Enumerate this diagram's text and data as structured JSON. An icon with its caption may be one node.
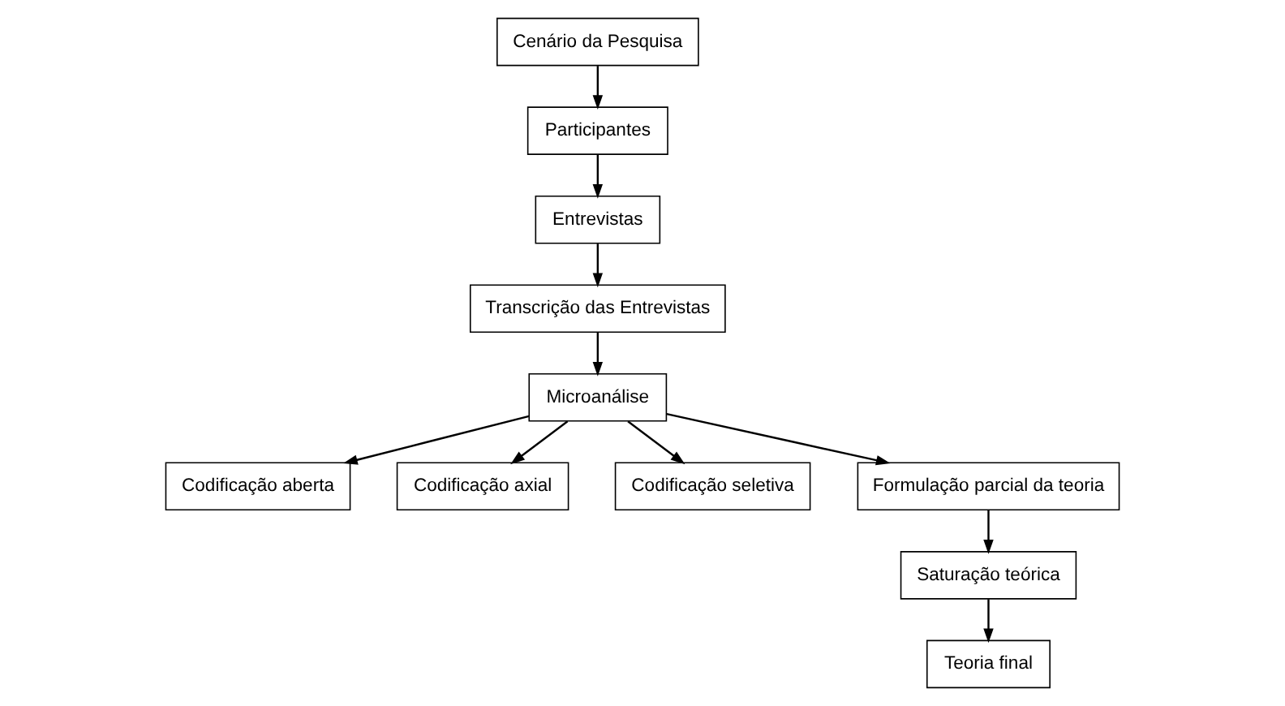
{
  "diagram": {
    "nodes": [
      {
        "text": [
          "Participantes"
        ]
      },
      {
        "text": [
          "Entrevistas"
        ]
      },
      {
        "text": [
          "Cenário da Pesquisa"
        ]
      },
      {
        "text": [
          "Transcrição das Entrevistas"
        ]
      },
      {
        "text": [
          "Microanálise"
        ]
      },
      {
        "text": [
          "Codificação aberta"
        ]
      },
      {
        "text": [
          "Codificação axial"
        ]
      },
      {
        "text": [
          "Codificação seletiva"
        ]
      },
      {
        "text": [
          "Teoria final"
        ]
      },
      {
        "text": [
          "Saturação teórica"
        ]
      },
      {
        "text": [
          "Formulação parcial da teoria"
        ]
      }
    ],
    "edges": [
      {
        "from": 0,
        "to": 1,
        "arrow": "to"
      },
      {
        "from": 2,
        "to": 0,
        "arrow": "to"
      },
      {
        "from": 1,
        "to": 3,
        "arrow": "to"
      },
      {
        "from": 3,
        "to": 4,
        "arrow": "to"
      },
      {
        "from": 4,
        "to": 5,
        "arrow": "to"
      },
      {
        "from": 4,
        "to": 6,
        "arrow": "to"
      },
      {
        "from": 4,
        "to": 7,
        "arrow": "to"
      },
      {
        "from": 4,
        "to": 10,
        "arrow": "to"
      },
      {
        "from": 10,
        "to": 9,
        "arrow": "to"
      },
      {
        "from": 9,
        "to": 8,
        "arrow": "to"
      }
    ]
  }
}
